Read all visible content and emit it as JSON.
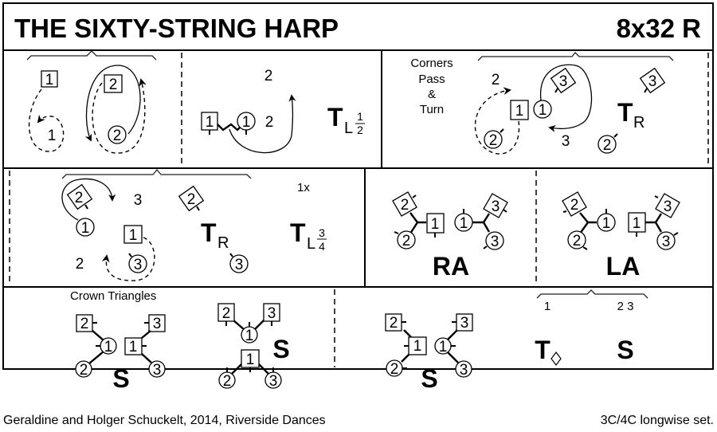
{
  "header": {
    "title": "THE SIXTY-STRING HARP",
    "formation": "8x32 R"
  },
  "bar1": {
    "dancers": [
      "1",
      "1",
      "2",
      "2"
    ]
  },
  "bar2": {
    "labels": [
      "2",
      "2"
    ],
    "dancers": [
      "1",
      "1"
    ],
    "turn": {
      "letter": "T",
      "hand": "L",
      "num": "1",
      "den": "2"
    }
  },
  "bar3": {
    "caption": [
      "Corners",
      "Pass",
      "&",
      "Turn"
    ],
    "labels": [
      "2",
      "3"
    ],
    "dancers": [
      "3",
      "1",
      "1",
      "2",
      "3",
      "2"
    ],
    "turn": {
      "letter": "T",
      "hand": "R"
    }
  },
  "bar4": {
    "labels": [
      "3",
      "2",
      "1x"
    ],
    "dancers": [
      "2",
      "1",
      "1",
      "3",
      "2",
      "3"
    ],
    "turn1": {
      "letter": "T",
      "hand": "R"
    },
    "turn2": {
      "letter": "T",
      "hand": "L",
      "num": "3",
      "den": "4"
    }
  },
  "bar5": {
    "dancers": [
      "2",
      "1",
      "2",
      "1",
      "3",
      "3"
    ],
    "figure": "RA"
  },
  "bar6": {
    "dancers": [
      "2",
      "1",
      "2",
      "1",
      "3",
      "3"
    ],
    "figure": "LA"
  },
  "bar7": {
    "caption": "Crown Triangles",
    "dancers": [
      "2",
      "1",
      "2",
      "3",
      "1",
      "3",
      "2",
      "3",
      "1",
      "1",
      "2",
      "3"
    ],
    "figure1": "S",
    "figure2": "S"
  },
  "bar8": {
    "dancers": [
      "2",
      "1",
      "2",
      "3",
      "1",
      "3"
    ],
    "figure1": "S",
    "labels": [
      "1",
      "2 3"
    ],
    "turn": {
      "letter": "T"
    },
    "figure2": "S"
  },
  "footer": {
    "credits": "Geraldine and Holger Schuckelt, 2014, Riverside Dances",
    "set": "3C/4C longwise set."
  }
}
